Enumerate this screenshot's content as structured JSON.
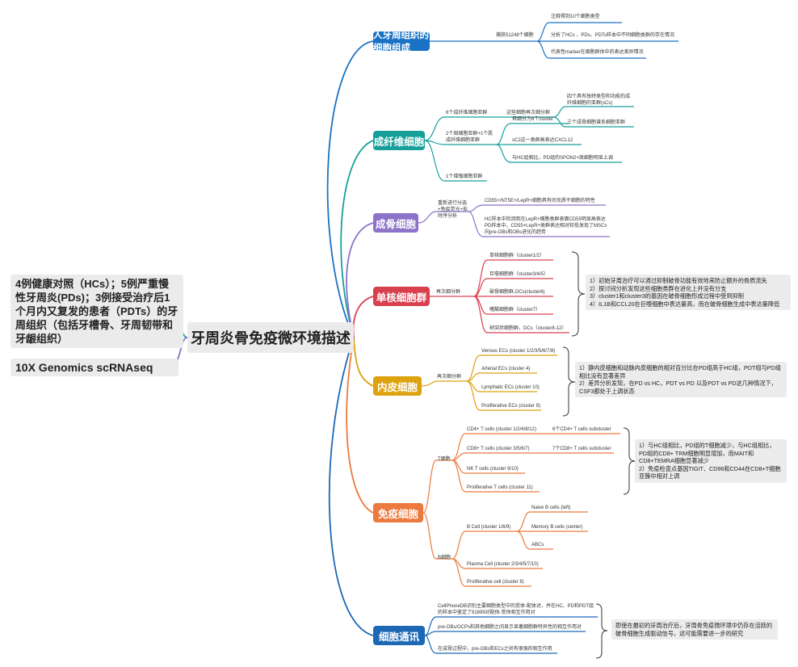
{
  "center": {
    "title": "牙周炎骨免疫微环境描述"
  },
  "left": {
    "samples": "4例健康对照（HCs）；5例严重慢性牙周炎(PDs)；3例接受治疗后1个月内又复发的患者（PDTs）的牙周组织（包括牙槽骨、牙周韧带和牙龈组织）",
    "method": "10X Genomics scRNAseq"
  },
  "colors": {
    "blue": "#1a72c4",
    "teal": "#17a09a",
    "purple": "#8c72c8",
    "red": "#d9404e",
    "gold": "#dda20e",
    "orange": "#ec7a3e",
    "dark_blue": "#1c68b5"
  },
  "b1": {
    "label": "人牙周组织的细胞组成",
    "capture": "捕获51248个细胞",
    "i1": "注释得到10个细胞类型",
    "i2": "分析了HCs 、PDs、PDTs样本中不同细胞类群的存在情况",
    "i3": "代表性marker在细胞群体中的表达美异情况"
  },
  "b2": {
    "label": "成纤维细胞",
    "c1": "6个成纤维细胞亚群",
    "c1a": "这些细胞再次细分群",
    "c1a1": "四个具有独特类型和功能的成纤维细胞的亚群(sCs)",
    "c1a2": "三个成骨细胞谱系细胞亚群",
    "c2": "2个周细胞亚群+1个肌成纤维细胞亚群",
    "c2a": "再细分为6个cluster",
    "c2b": "sC2这一类群高表达CXCL12",
    "c2c": "与HC组相比，PD组的SPON2+周细胞明显上调",
    "c3": "1个增殖细胞亚群"
  },
  "b3": {
    "label": "成骨细胞",
    "c1": "重新进行分选+免疫荧光+拟时序分析",
    "c1a": "CD55+/NT5E+/LepR+细胞具有间充质干细胞的特性",
    "c1b": "HC样本中检测到在LepR+细胞类群表面CD55明显高表达PD样本中，CD55+LepR+类群表达相对较低发现了MSCs向pre-OBs和OBs进化的趋势"
  },
  "b4": {
    "label": "单核细胞群",
    "c1": "再次细分群",
    "items": [
      "单核细胞群（cluster1/2）",
      "巨噬细胞群（cluster3/4/5）",
      "破骨细胞群,OCs(cluster6)",
      "嗜酸细胞群（cluster7）",
      "树突状细胞群，DCs（cluster8-12）"
    ],
    "note": "1）初始牙周治疗可以通过抑制破骨功能有效地来防止额外的骨质流失\n2）探讨间分析发现这些细胞类群在进化上并没有分支\n3）cluster1和cluster3的基因在破骨细胞形成过程中受到抑制\n4）IL1B和CCL20在巨噬细胞中表达量高，而在破骨细胞生成中表达量降低"
  },
  "b5": {
    "label": "内皮细胞",
    "c1": "再次细分群",
    "items": [
      "Venous ECs (cluster 1/2/3/5/6/7/8)",
      "Arterial ECs (cluster 4)",
      "Lymphatic ECs (cluster 10)",
      "Proliferative ECs (cluster 9)"
    ],
    "note": "1）静内皮细胞和动脉内皮细胞的相对百分比在PD组高于HC组，PDT组与PD组相比没有显著差异\n2）差异分析发现，在PD vs HC，PDT vs PD 以及PDT vs PD这几种情况下，CSF3都处于上调状态"
  },
  "b6": {
    "label": "免疫细胞",
    "t": "T细胞",
    "t_items": [
      "CD4+ T cells (cluster 1/2/4/8/12)",
      "CD8+ T cells (cluster 3/5/6/7)",
      "NK T cells (cluster 9/10)",
      "Proliferative T cells (cluster 11)"
    ],
    "t_sub1": "6个CD4+ T cells subcluster",
    "t_sub2": "7个CD8+ T cells subcluster",
    "t_note": "1）与HC组相比，PD组的T细胞减少，与HC组相比，PD组的CD8+ TRM细胞明显增加，而MAIT和CD8+TEMRA细胞显著减少\n2）免疫检查点基因TIGIT、CD96和CD44在CD8+T细胞亚簇中相对上调",
    "b": "B细胞",
    "b_items": [
      "B Cell (cluster 1/6/9)",
      "Plasma Cell (cluster 2/3/4/5/7/10)",
      "Proliferative cell (cluster 8)"
    ],
    "b_subs": [
      "Naive B cells (left)",
      "Memory B cells (center)",
      "ABCs"
    ]
  },
  "b7": {
    "label": "细胞通讯",
    "i1": "CellPhoneDB识别主要细胞类型中的受体-配体对，并在HC、PD和PDT组的样本中鉴定了91699对配体-受体相互作用对",
    "i2": "pre-OBs/OCPs和其他细胞之间显示显著细胞群特异性的相互作用对",
    "i3": "在成骨过程中，pre-OBs和ECs之间有很强的相互作用",
    "note": "即使在最初的牙周治疗后，牙周骨免疫微环境中仍存在活跃的破骨细胞生成驱动信号，这可能需要进一步的研究"
  }
}
